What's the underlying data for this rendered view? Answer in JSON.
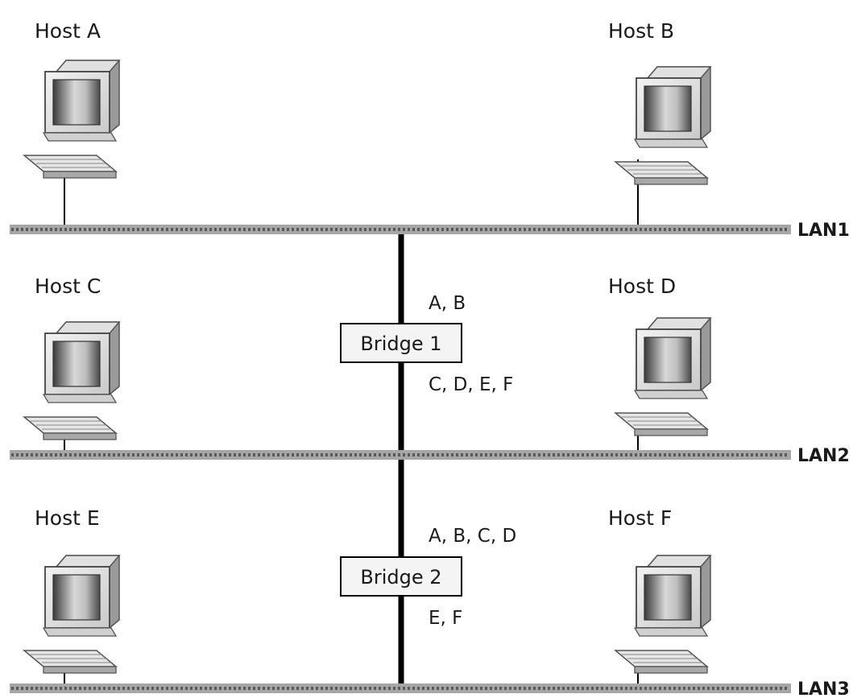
{
  "hosts": [
    {
      "id": "A",
      "label": "Host A"
    },
    {
      "id": "B",
      "label": "Host B"
    },
    {
      "id": "C",
      "label": "Host C"
    },
    {
      "id": "D",
      "label": "Host D"
    },
    {
      "id": "E",
      "label": "Host E"
    },
    {
      "id": "F",
      "label": "Host F"
    }
  ],
  "lans": [
    {
      "id": "lan1",
      "label": "LAN1"
    },
    {
      "id": "lan2",
      "label": "LAN2"
    },
    {
      "id": "lan3",
      "label": "LAN3"
    }
  ],
  "bridges": [
    {
      "id": "bridge1",
      "label": "Bridge 1",
      "upper_table": "A, B",
      "lower_table": "C, D, E, F"
    },
    {
      "id": "bridge2",
      "label": "Bridge 2",
      "upper_table": "A, B, C, D",
      "lower_table": "E, F"
    }
  ],
  "colors": {
    "lan_bar": "#a6a6a6",
    "lan_dash": "#5a5a5a",
    "trunk": "#000000",
    "bridge_fill": "#f4f4f4"
  }
}
